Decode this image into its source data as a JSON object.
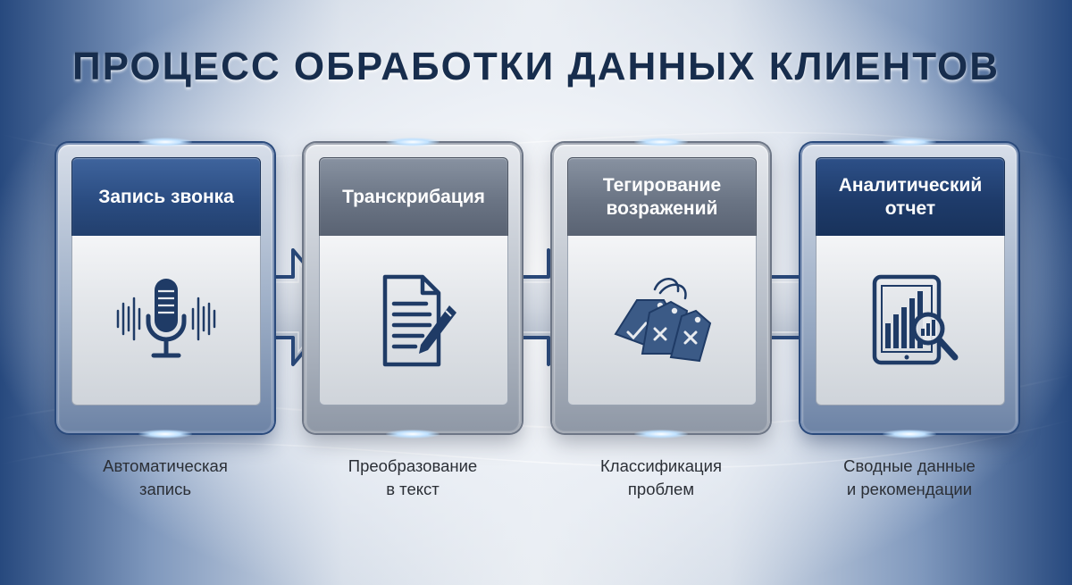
{
  "title": "ПРОЦЕСС ОБРАБОТКИ ДАННЫХ КЛИЕНТОВ",
  "steps": [
    {
      "header": [
        "Запись звонка"
      ],
      "icon": "microphone-icon",
      "caption": [
        "Автоматическая",
        "запись"
      ]
    },
    {
      "header": [
        "Транскрибация"
      ],
      "icon": "document-pen-icon",
      "caption": [
        "Преобразование",
        "в текст"
      ]
    },
    {
      "header": [
        "Тегирование",
        "возражений"
      ],
      "icon": "tags-icon",
      "caption": [
        "Классификация",
        "проблем"
      ]
    },
    {
      "header": [
        "Аналитический",
        "отчет"
      ],
      "icon": "tablet-chart-magnifier-icon",
      "caption": [
        "Сводные данные",
        "и рекомендации"
      ]
    }
  ],
  "colors": {
    "title": "#172d4d",
    "header_blue": "#2a4c81",
    "header_gray": "#6a7484",
    "icon": "#1f3b66",
    "icon_tag": "#3b5a86",
    "caption": "#2b2f36"
  }
}
